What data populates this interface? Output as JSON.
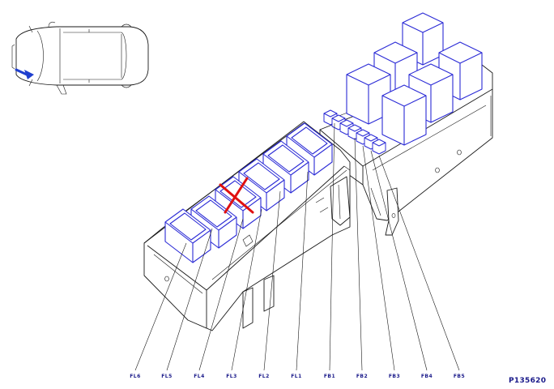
{
  "diagram": {
    "reference_code": "P135620",
    "fuse_labels": [
      "FL6",
      "FL5",
      "FL4",
      "FL3",
      "FL2",
      "FL1",
      "FB1",
      "FB2",
      "FB3",
      "FB4",
      "FB5"
    ],
    "colors": {
      "component_outline": "#2b2bd6",
      "linework": "#1a1a1a",
      "label_text": "#1a1a8a",
      "removed_mark": "#e01010",
      "location_arrow": "#1f3fcf"
    },
    "icons": {
      "vehicle_locator": "vehicle-top-view-icon",
      "location_arrow": "blue-arrow-icon",
      "removed_fuse_mark": "red-x-icon"
    }
  }
}
